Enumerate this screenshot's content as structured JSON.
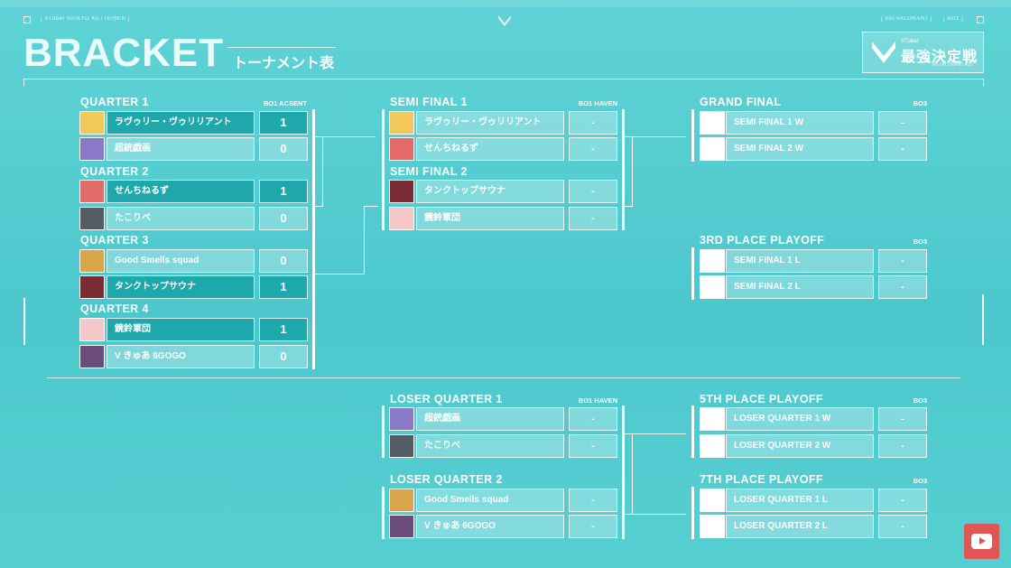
{
  "header": {
    "left_tag": "[ VTuber SAIKYO KETTEISEN ]",
    "right_tag_ver": "[ Ver.VALORANT ]",
    "right_tag_act": "[ Act1 ]",
    "title": "BRACKET",
    "subtitle": "トーナメント表",
    "logo_sub": "VTuber",
    "logo_main": "最強決定戦",
    "logo_tiny": "Ver.VALORANT Act1"
  },
  "upper": {
    "quarters": [
      {
        "label": "QUARTER 1",
        "format": "BO1 ACSENT",
        "teams": [
          {
            "name": "ラヴゥリー・ヴゥリリアント",
            "score": "1",
            "state": "win"
          },
          {
            "name": "超銃戯画",
            "score": "0",
            "state": "lose"
          }
        ]
      },
      {
        "label": "QUARTER 2",
        "teams": [
          {
            "name": "せんちねるず",
            "score": "1",
            "state": "win"
          },
          {
            "name": "たこりべ",
            "score": "0",
            "state": "lose"
          }
        ]
      },
      {
        "label": "QUARTER 3",
        "teams": [
          {
            "name": "Good Smells squad",
            "score": "0",
            "state": "lose"
          },
          {
            "name": "タンクトップサウナ",
            "score": "1",
            "state": "win"
          }
        ]
      },
      {
        "label": "QUARTER 4",
        "teams": [
          {
            "name": "鏡鈴軍団",
            "score": "1",
            "state": "win"
          },
          {
            "name": "V きゅあ 6GOGO",
            "score": "0",
            "state": "lose"
          }
        ]
      }
    ],
    "semis": [
      {
        "label": "SEMI FINAL 1",
        "format": "BO1 HAVEN",
        "teams": [
          {
            "name": "ラヴゥリー・ヴゥリリアント",
            "score": "-"
          },
          {
            "name": "せんちねるず",
            "score": "-"
          }
        ]
      },
      {
        "label": "SEMI FINAL 2",
        "teams": [
          {
            "name": "タンクトップサウナ",
            "score": "-"
          },
          {
            "name": "鏡鈴軍団",
            "score": "-"
          }
        ]
      }
    ],
    "grand_final": {
      "label": "GRAND FINAL",
      "format": "BO3",
      "teams": [
        {
          "name": "SEMI FINAL 1 W",
          "score": "-"
        },
        {
          "name": "SEMI FINAL 2 W",
          "score": "-"
        }
      ]
    },
    "third_place": {
      "label": "3RD PLACE PLAYOFF",
      "format": "BO3",
      "teams": [
        {
          "name": "SEMI FINAL 1 L",
          "score": "-"
        },
        {
          "name": "SEMI FINAL 2 L",
          "score": "-"
        }
      ]
    }
  },
  "lower": {
    "loser_quarters": [
      {
        "label": "LOSER QUARTER 1",
        "format": "BO1 HAVEN",
        "teams": [
          {
            "name": "超銃戯画",
            "score": "-"
          },
          {
            "name": "たこりべ",
            "score": "-"
          }
        ]
      },
      {
        "label": "LOSER QUARTER 2",
        "teams": [
          {
            "name": "Good Smells squad",
            "score": "-"
          },
          {
            "name": "V きゅあ 6GOGO",
            "score": "-"
          }
        ]
      }
    ],
    "fifth_place": {
      "label": "5TH PLACE PLAYOFF",
      "format": "BO3",
      "teams": [
        {
          "name": "LOSER QUARTER 1 W",
          "score": "-"
        },
        {
          "name": "LOSER QUARTER 2 W",
          "score": "-"
        }
      ]
    },
    "seventh_place": {
      "label": "7TH PLACE PLAYOFF",
      "format": "BO3",
      "teams": [
        {
          "name": "LOSER QUARTER 1 L",
          "score": "-"
        },
        {
          "name": "LOSER QUARTER 2 L",
          "score": "-"
        }
      ]
    }
  },
  "icons": {
    "youtube": "youtube-play-icon",
    "valorant": "valorant-emblem-icon"
  },
  "colors": {
    "background": "#4cc8cc",
    "winner": "#1fa8ac",
    "line": "#ffffff"
  }
}
